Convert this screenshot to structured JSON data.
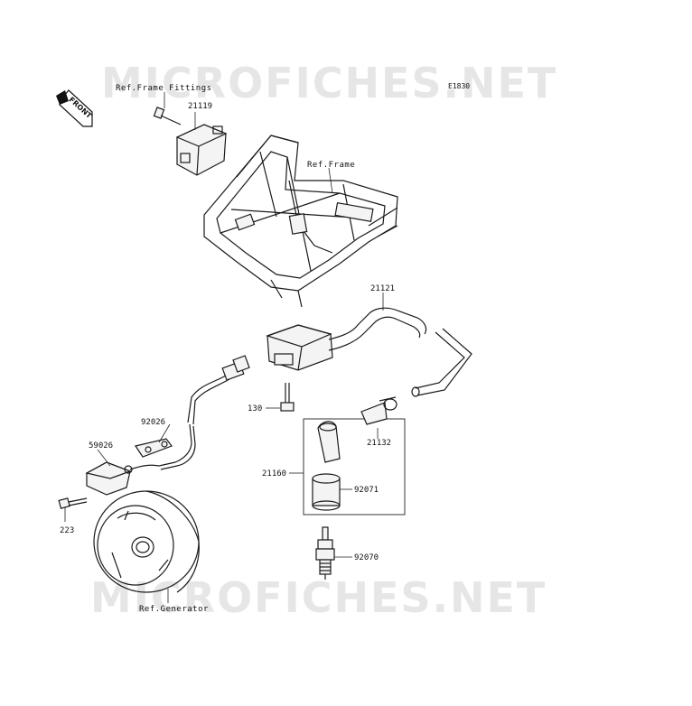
{
  "watermark": {
    "top": "MICROFICHES.NET",
    "bottom": "MICROFICHES.NET"
  },
  "diagram_code": "E1830",
  "front_marker": "FRONT",
  "labels": {
    "ref_frame_fittings": "Ref.Frame Fittings",
    "ref_frame": "Ref.Frame",
    "ref_generator": "Ref.Generator",
    "p21119": "21119",
    "p21121": "21121",
    "p130": "130",
    "p92026": "92026",
    "p59026": "59026",
    "p223": "223",
    "p21132": "21132",
    "p21160": "21160",
    "p92071": "92071",
    "p92070": "92070"
  }
}
